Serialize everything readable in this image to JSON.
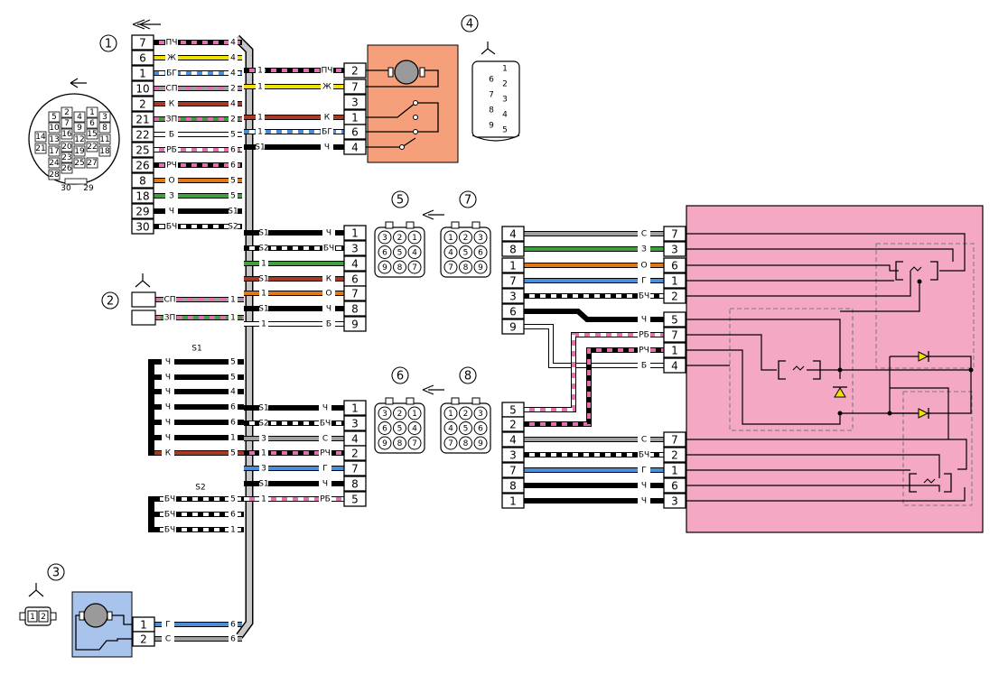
{
  "callouts": [
    "1",
    "2",
    "3",
    "4",
    "5",
    "6",
    "7",
    "8"
  ],
  "colors": {
    "black": "#000000",
    "red": "#d42020",
    "yellow": "#f2e000",
    "blue": "#4a8ed8",
    "gray": "#a0a0a0",
    "brown": "#a83a24",
    "green": "#40a040",
    "white": "#ffffff",
    "pink": "#e070b0",
    "orange": "#e07818",
    "violet": "#9060c0",
    "module_fill": "#f5a8c4",
    "motor4_fill": "#f5a07a",
    "motor3_fill": "#a8c4ec"
  },
  "connector1": {
    "pins": [
      "7",
      "6",
      "1",
      "10",
      "2",
      "21",
      "22",
      "25",
      "26",
      "8",
      "18",
      "29",
      "30"
    ],
    "wire_labels": [
      "ПЧ",
      "Ж",
      "БГ",
      "СП",
      "К",
      "ЗП",
      "Б",
      "РБ",
      "РЧ",
      "О",
      "З",
      "Ч",
      "БЧ"
    ],
    "bundle_marks": [
      "4",
      "4",
      "4",
      "2",
      "4",
      "2",
      "5",
      "6",
      "6",
      "5",
      "5",
      "S1",
      "S2"
    ],
    "face_pins": [
      "5",
      "2",
      "4",
      "1",
      "3",
      "10",
      "7",
      "9",
      "6",
      "8",
      "14",
      "13",
      "16",
      "12",
      "15",
      "11",
      "21",
      "17",
      "20",
      "19",
      "22",
      "18",
      "24",
      "23",
      "25",
      "26",
      "28",
      "27",
      "30",
      "29"
    ]
  },
  "connector2": {
    "labels": [
      "СП",
      "ЗП"
    ],
    "marks": [
      "1",
      "1"
    ]
  },
  "connector4": {
    "pins": [
      "2",
      "7",
      "3",
      "1",
      "6",
      "4"
    ],
    "in_labels": [
      "ПЧ",
      "Ж",
      "",
      "К",
      "БГ",
      "Ч"
    ],
    "in_marks": [
      "1",
      "1",
      "",
      "1",
      "1",
      "S1"
    ],
    "face_left": [
      "6",
      "7",
      "8",
      "9"
    ],
    "face_right": [
      "1",
      "2",
      "3",
      "4",
      "5"
    ]
  },
  "connector5": {
    "pins": [
      "1",
      "3",
      "4",
      "6",
      "7",
      "8",
      "9"
    ],
    "labels": [
      "Ч",
      "БЧ",
      "",
      "К",
      "О",
      "Ч",
      "Б"
    ],
    "marks": [
      "S1",
      "S2",
      "1",
      "S1",
      "1",
      "S1",
      "1"
    ]
  },
  "connector6": {
    "pins": [
      "1",
      "3",
      "4",
      "2",
      "7",
      "8",
      "5"
    ],
    "labels": [
      "Ч",
      "БЧ",
      "С",
      "РЧ",
      "Г",
      "Ч",
      "РБ"
    ],
    "marks": [
      "S1",
      "S2",
      "3",
      "1",
      "3",
      "S1",
      "1"
    ]
  },
  "face5": [
    "3",
    "2",
    "1",
    "6",
    "5",
    "4",
    "9",
    "8",
    "7"
  ],
  "face7": [
    "1",
    "2",
    "3",
    "4",
    "5",
    "6",
    "7",
    "8",
    "9"
  ],
  "splice_s1": {
    "name": "S1",
    "labels": [
      "Ч",
      "Ч",
      "Ч",
      "Ч",
      "Ч",
      "Ч",
      "К"
    ],
    "marks": [
      "5",
      "5",
      "4",
      "6",
      "6",
      "1",
      "5"
    ]
  },
  "splice_s2": {
    "name": "S2",
    "labels": [
      "БЧ",
      "БЧ",
      "БЧ"
    ],
    "marks": [
      "5",
      "6",
      "1"
    ]
  },
  "connector3": {
    "pins": [
      "1",
      "2"
    ],
    "labels": [
      "Г",
      "С"
    ],
    "marks": [
      "6",
      "6"
    ],
    "face": [
      "1",
      "2"
    ]
  },
  "module": {
    "left_top": [
      "4",
      "8",
      "1",
      "7",
      "3",
      "6",
      "9"
    ],
    "right_top": [
      "7",
      "3",
      "6",
      "1",
      "2",
      "5",
      "7",
      "1",
      "4"
    ],
    "top_labels": [
      "С",
      "З",
      "О",
      "Г",
      "БЧ",
      "Ч",
      "РБ",
      "РЧ",
      "Б"
    ],
    "left_bottom": [
      "5",
      "2",
      "4",
      "3",
      "7",
      "8",
      "1"
    ],
    "right_bottom": [
      "7",
      "2",
      "1",
      "6",
      "3"
    ],
    "bottom_labels": [
      "С",
      "БЧ",
      "Г",
      "Ч",
      "Ч"
    ]
  }
}
